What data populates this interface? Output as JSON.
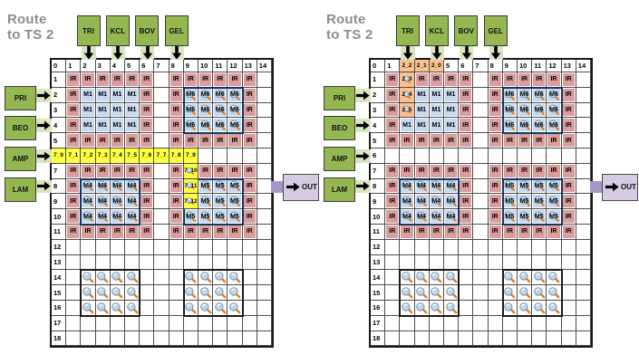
{
  "colors": {
    "input_box_green": "#95B752",
    "input_strip_green": "#D9E5C1",
    "ir_pink": "#DC9D9D",
    "module_blue": "#C5D9F1",
    "path_yellow": "#FFFF42",
    "path_orange": "#FAC08F",
    "out_lavender": "#D5CCE3",
    "out_connector_purple": "#A696C8",
    "grid_line_gray": "#4D4D4D",
    "frame_black": "#1A1A1A",
    "module_block_border_navy": "#17375E",
    "icon_block_border_black": "#1A1A1A",
    "title_gray": "#8C8C8C"
  },
  "icons": {
    "cell_overlay": "magnifier-icon",
    "top_input_arrow": "down-arrow-icon",
    "left_input_arrow": "right-arrow-icon",
    "out_arrow": "right-arrow-icon"
  },
  "panels": [
    {
      "title": [
        "Route",
        "to TS 2"
      ],
      "top_inputs": [
        {
          "label": "TRI",
          "col": 2
        },
        {
          "label": "KCL",
          "col": 4
        },
        {
          "label": "BOV",
          "col": 6
        },
        {
          "label": "GEL",
          "col": 8
        }
      ],
      "left_inputs": [
        {
          "label": "PRI",
          "row": 2
        },
        {
          "label": "BEO",
          "row": 4
        },
        {
          "label": "AMP",
          "row": 6
        },
        {
          "label": "LAM",
          "row": 8
        }
      ],
      "out": {
        "label": "OUT",
        "row": 8
      },
      "col_headers": [
        "0",
        "1",
        "2",
        "3",
        "4",
        "5",
        "6",
        "7",
        "8",
        "9",
        "10",
        "11",
        "12",
        "13",
        "14"
      ],
      "row_headers": [
        "1",
        "2",
        "3",
        "4",
        "5",
        "6",
        "7",
        "8",
        "9",
        "10",
        "11",
        "12",
        "13",
        "14",
        "15",
        "16",
        "17",
        "18"
      ],
      "ir_label": "IR",
      "ir_rings": [
        [
          1,
          1,
          5,
          6
        ],
        [
          1,
          8,
          5,
          13
        ],
        [
          7,
          1,
          11,
          6
        ],
        [
          7,
          8,
          11,
          13
        ]
      ],
      "m_blocks": [
        {
          "label": "M1",
          "r1": 2,
          "c1": 2,
          "r2": 4,
          "c2": 5,
          "icons": false,
          "border": false
        },
        {
          "label": "M6",
          "r1": 2,
          "c1": 9,
          "r2": 4,
          "c2": 12,
          "icons": true,
          "border": true
        },
        {
          "label": "M4",
          "r1": 8,
          "c1": 2,
          "r2": 10,
          "c2": 5,
          "icons": true,
          "border": true
        },
        {
          "label": "M5",
          "r1": 8,
          "c1": 9,
          "r2": 10,
          "c2": 12,
          "icons": true,
          "border": true
        }
      ],
      "icon_blocks": [
        [
          14,
          2,
          16,
          5
        ],
        [
          14,
          9,
          16,
          12
        ]
      ],
      "path": {
        "style": "yellow",
        "cells": [
          {
            "r": 6,
            "c": 0,
            "t": "7_0"
          },
          {
            "r": 6,
            "c": 1,
            "t": "7_1"
          },
          {
            "r": 6,
            "c": 2,
            "t": "7_2"
          },
          {
            "r": 6,
            "c": 3,
            "t": "7_3"
          },
          {
            "r": 6,
            "c": 4,
            "t": "7_4"
          },
          {
            "r": 6,
            "c": 5,
            "t": "7_5"
          },
          {
            "r": 6,
            "c": 6,
            "t": "7_6"
          },
          {
            "r": 6,
            "c": 7,
            "t": "7_7"
          },
          {
            "r": 6,
            "c": 8,
            "t": "7_8"
          },
          {
            "r": 6,
            "c": 9,
            "t": "7_9"
          },
          {
            "r": 7,
            "c": 9,
            "t": "7_10",
            "icon": true
          },
          {
            "r": 8,
            "c": 9,
            "t": "7_11",
            "icon": true
          },
          {
            "r": 9,
            "c": 9,
            "t": "7_12",
            "icon": true
          }
        ]
      }
    },
    {
      "title": [
        "Route",
        "to TS 2"
      ],
      "top_inputs": [
        {
          "label": "TRI",
          "col": 2
        },
        {
          "label": "KCL",
          "col": 4
        },
        {
          "label": "BOV",
          "col": 6
        },
        {
          "label": "GEL",
          "col": 8
        }
      ],
      "left_inputs": [
        {
          "label": "PRI",
          "row": 2
        },
        {
          "label": "BEO",
          "row": 4
        },
        {
          "label": "AMP",
          "row": 6
        },
        {
          "label": "LAM",
          "row": 8
        }
      ],
      "out": {
        "label": "OUT",
        "row": 8
      },
      "col_headers": [
        "0",
        "1",
        "2",
        "3",
        "4",
        "5",
        "6",
        "7",
        "8",
        "9",
        "10",
        "11",
        "12",
        "13",
        "14"
      ],
      "row_headers": [
        "1",
        "2",
        "3",
        "4",
        "5",
        "6",
        "7",
        "8",
        "9",
        "10",
        "11",
        "12",
        "13",
        "14",
        "15",
        "16",
        "17",
        "18"
      ],
      "ir_label": "IR",
      "ir_rings": [
        [
          1,
          1,
          5,
          6
        ],
        [
          1,
          8,
          5,
          13
        ],
        [
          7,
          1,
          11,
          6
        ],
        [
          7,
          8,
          11,
          13
        ]
      ],
      "m_blocks": [
        {
          "label": "M1",
          "r1": 2,
          "c1": 2,
          "r2": 4,
          "c2": 5,
          "icons": false,
          "border": false
        },
        {
          "label": "M6",
          "r1": 2,
          "c1": 9,
          "r2": 4,
          "c2": 12,
          "icons": true,
          "border": true
        },
        {
          "label": "M4",
          "r1": 8,
          "c1": 2,
          "r2": 10,
          "c2": 5,
          "icons": true,
          "border": true
        },
        {
          "label": "M5",
          "r1": 8,
          "c1": 9,
          "r2": 10,
          "c2": 12,
          "icons": true,
          "border": true
        }
      ],
      "icon_blocks": [
        [
          14,
          2,
          16,
          5
        ],
        [
          14,
          9,
          16,
          12
        ]
      ],
      "path": {
        "style": "orange",
        "cells": [
          {
            "r": 0,
            "c": 2,
            "t": "2_2"
          },
          {
            "r": 0,
            "c": 3,
            "t": "2_1"
          },
          {
            "r": 0,
            "c": 4,
            "t": "2_0"
          },
          {
            "r": 1,
            "c": 2,
            "t": "2_3",
            "icon": true
          },
          {
            "r": 2,
            "c": 2,
            "t": "2_4",
            "icon": true
          },
          {
            "r": 3,
            "c": 2,
            "t": "2_5",
            "icon": true
          }
        ]
      }
    }
  ]
}
